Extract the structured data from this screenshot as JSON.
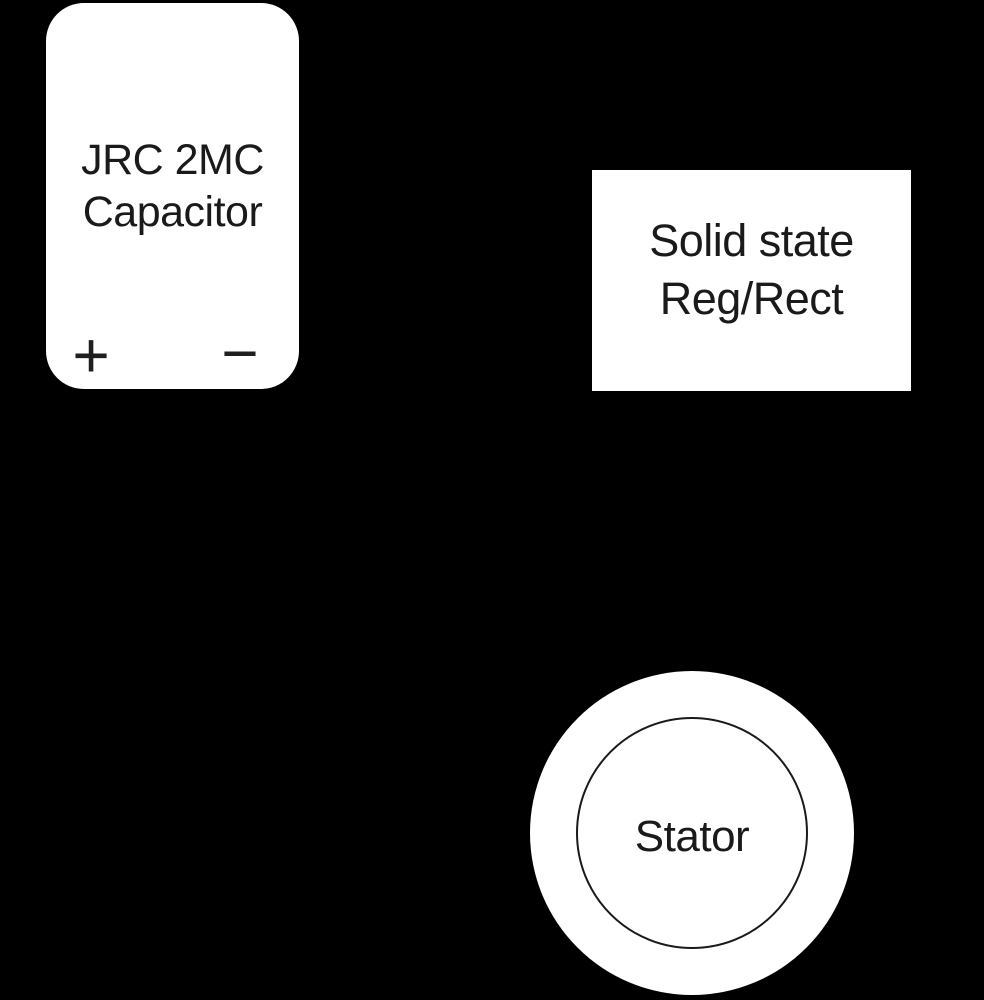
{
  "diagram": {
    "background_color": "#000000",
    "shape_fill_color": "#ffffff",
    "text_color": "#1a1a1a"
  },
  "capacitor": {
    "label_line1": "JRC 2MC",
    "label_line2": "Capacitor",
    "positive_terminal": "+",
    "negative_terminal": "−"
  },
  "regulator": {
    "label_line1": "Solid state",
    "label_line2": "Reg/Rect"
  },
  "stator": {
    "label": "Stator"
  }
}
